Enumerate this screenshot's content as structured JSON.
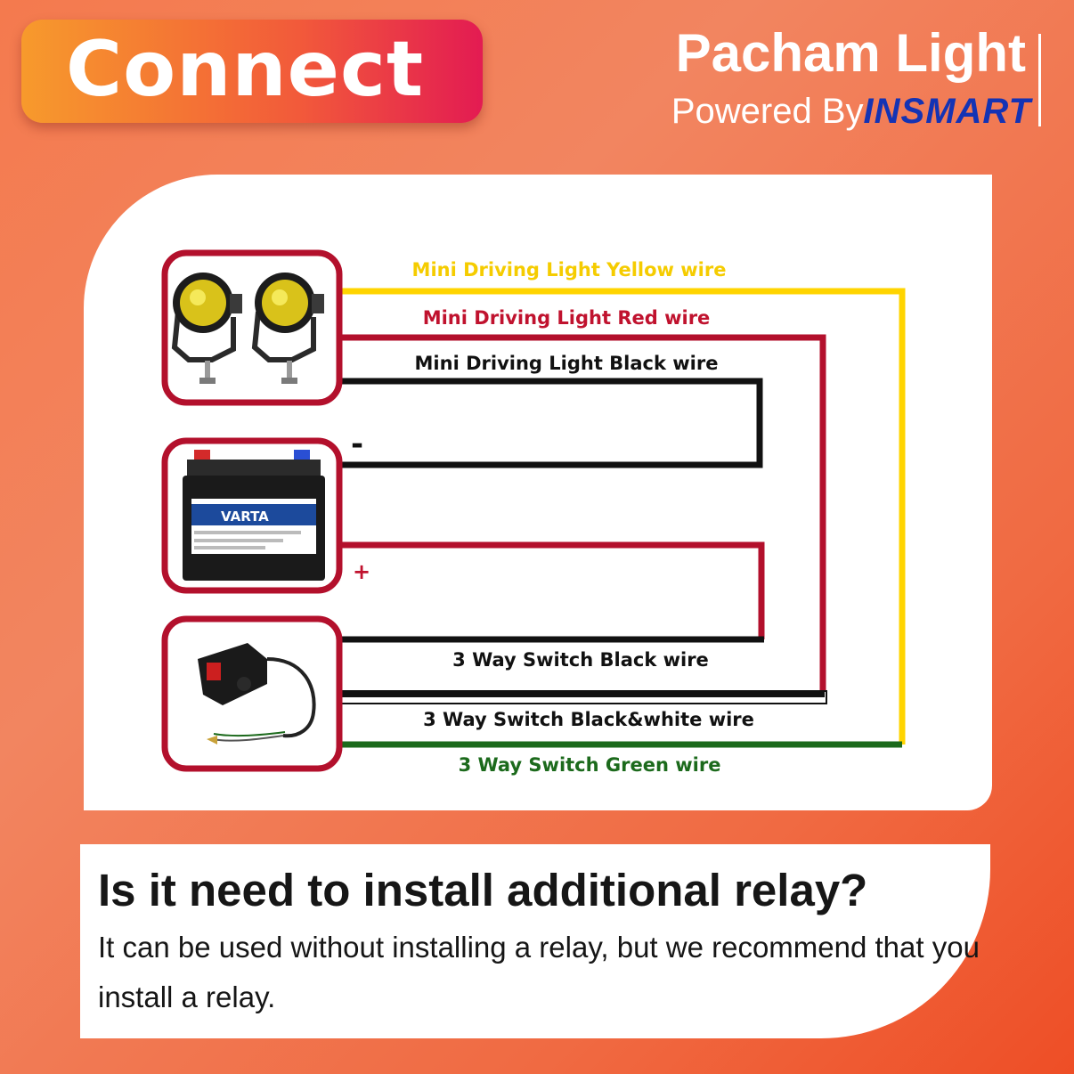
{
  "header": {
    "title": "Connect",
    "brand_name": "Pacham Light",
    "powered_prefix": "Powered By",
    "powered_brand": "INSMART"
  },
  "diagram": {
    "labels": {
      "yellow": "Mini Driving Light Yellow wire",
      "red": "Mini Driving Light Red wire",
      "black": "Mini Driving Light Black wire",
      "negative": "-",
      "positive": "+",
      "switch_black": "3 Way Switch Black wire",
      "switch_bw": "3 Way Switch Black&white wire",
      "switch_green": "3 Way Switch Green wire"
    },
    "battery_brand": "VARTA",
    "components": [
      "driving-lights",
      "battery",
      "3-way-switch"
    ],
    "colors": {
      "yellow": "#ffd400",
      "red": "#b3102c",
      "black": "#111111",
      "green": "#1c6a1c",
      "frame": "#b3102c"
    }
  },
  "qa": {
    "question": "Is it need to install additional relay?",
    "answer": "It can be used without installing a relay, but we recommend that you install a relay."
  }
}
